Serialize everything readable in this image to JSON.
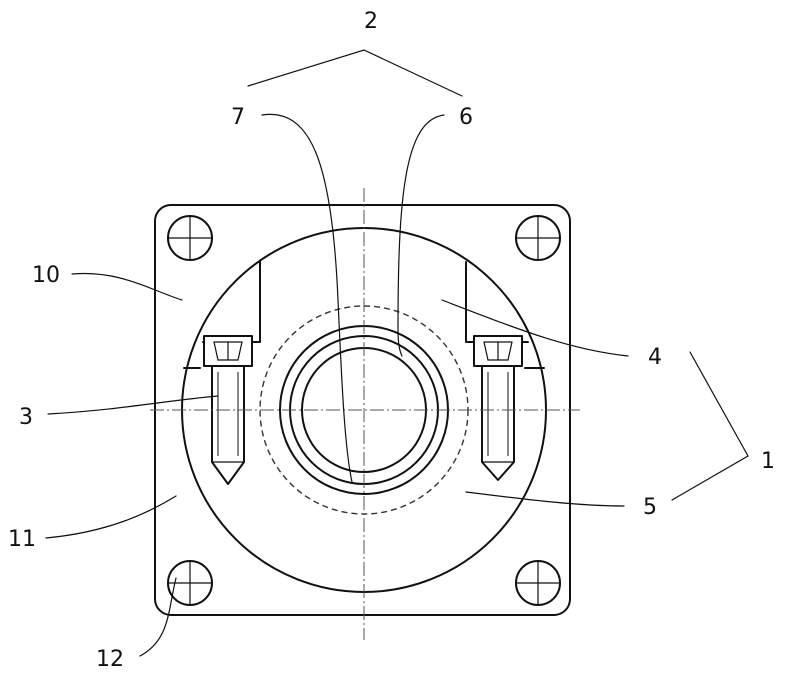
{
  "diagram": {
    "labels": {
      "l1": "1",
      "l2": "2",
      "l3": "3",
      "l4": "4",
      "l5": "5",
      "l6": "6",
      "l7": "7",
      "l10": "10",
      "l11": "11",
      "l12": "12"
    }
  }
}
